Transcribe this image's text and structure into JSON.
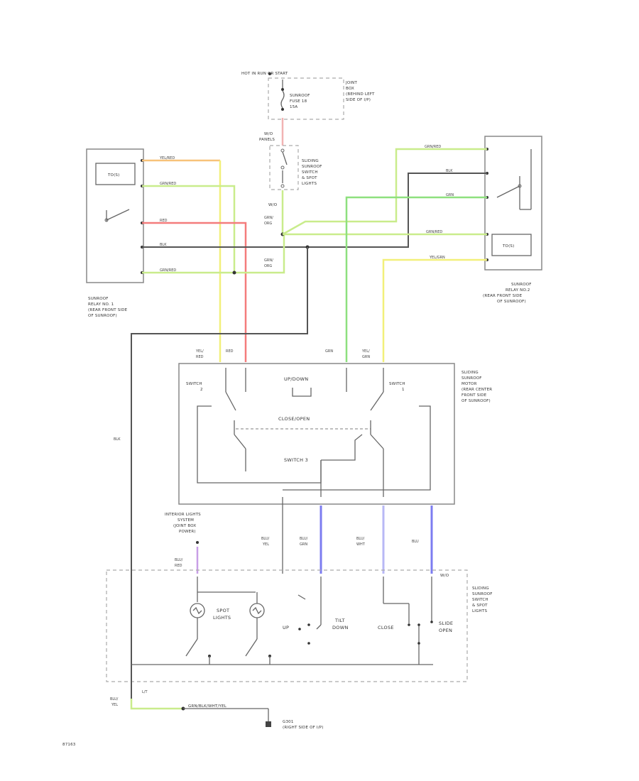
{
  "labels": {
    "hot_in_run": "HOT IN RUN OR START",
    "joint_box": [
      "JOINT",
      "BOX",
      "(BEHIND LEFT",
      "SIDE OF I/P)"
    ],
    "fuse": [
      "SUNROOF",
      "FUSE 18",
      "15A"
    ],
    "connector_panel": [
      "W/O",
      "PANELS"
    ],
    "switch_top": [
      "SLIDING",
      "SUNROOF",
      "SWITCH",
      "& SPOT",
      "LIGHTS"
    ],
    "relay1": [
      "SUNROOF",
      "RELAY NO. 1",
      "(REAR FRONT SIDE",
      "OF SUNROOF)"
    ],
    "relay2": [
      "SUNROOF",
      "RELAY NO.2",
      "(REAR FRONT SIDE",
      "OF SUNROOF)"
    ],
    "relay_coil": "TO(S)",
    "motor": [
      "SLIDING",
      "SUNROOF",
      "MOTOR",
      "(REAR CENTER",
      "FRONT SIDE",
      "OF SUNROOF)"
    ],
    "motor_updown": "UP/DOWN",
    "motor_closeopen": "CLOSE/OPEN",
    "motor_switch1": [
      "SWITCH",
      "1"
    ],
    "motor_switch2": [
      "SWITCH",
      "2"
    ],
    "motor_switch3": "SWITCH 3",
    "interior_lights": [
      "INTERIOR LIGHTS",
      "SYSTEM",
      "(JOINT BOX",
      "POWER)"
    ],
    "spot_lights": [
      "SPOT",
      "LIGHTS"
    ],
    "up": "UP",
    "tilt_down": [
      "TILT",
      "DOWN"
    ],
    "close": "CLOSE",
    "slide_open": [
      "SLIDE",
      "OPEN"
    ],
    "switch_bottom": [
      "SLIDING",
      "SUNROOF",
      "SWITCH",
      "& SPOT",
      "LIGHTS"
    ],
    "w_o_bottom": "W/O",
    "ground": [
      "G301",
      "(RIGHT SIDE OF I/P)"
    ],
    "ground_wire": "GRN/BLK/WHT/YEL",
    "footer_code": "87163"
  },
  "wires": {
    "yel_red": "YEL/RED",
    "grn_red": "GRN/RED",
    "red": "RED",
    "blk": "BLK",
    "grn_red2": "GRN/RED",
    "grn": "GRN",
    "yel_grn": "YEL/GRN",
    "grn_org": [
      "GRN/",
      "ORG"
    ],
    "grn_org2": [
      "GRN/",
      "ORG"
    ],
    "yel_red_m": [
      "YEL/",
      "RED"
    ],
    "red_m": "RED",
    "grn_m": "GRN",
    "yel_grn_m": [
      "YEL/",
      "GRN"
    ],
    "blk_side": "BLK",
    "blu_yel": [
      "BLU/",
      "YEL"
    ],
    "blu_grn": [
      "BLU/",
      "GRN"
    ],
    "blu_wht": [
      "BLU/",
      "WHT"
    ],
    "blu": "BLU",
    "blu_red": [
      "BLU/",
      "RED"
    ],
    "blu_yel_bottom": [
      "BLU/",
      "YEL"
    ],
    "lt": "L/T"
  },
  "colors": {
    "yellow": "#f2f07a",
    "orange": "#f7c27a",
    "green": "#8ee07e",
    "lightgreen": "#c9ec8c",
    "red": "#f47c7c",
    "pink": "#f2b3b3",
    "blue": "#7c7cf0",
    "lightblue": "#b8b8f5",
    "purple": "#c89ee6",
    "black": "#555555"
  }
}
